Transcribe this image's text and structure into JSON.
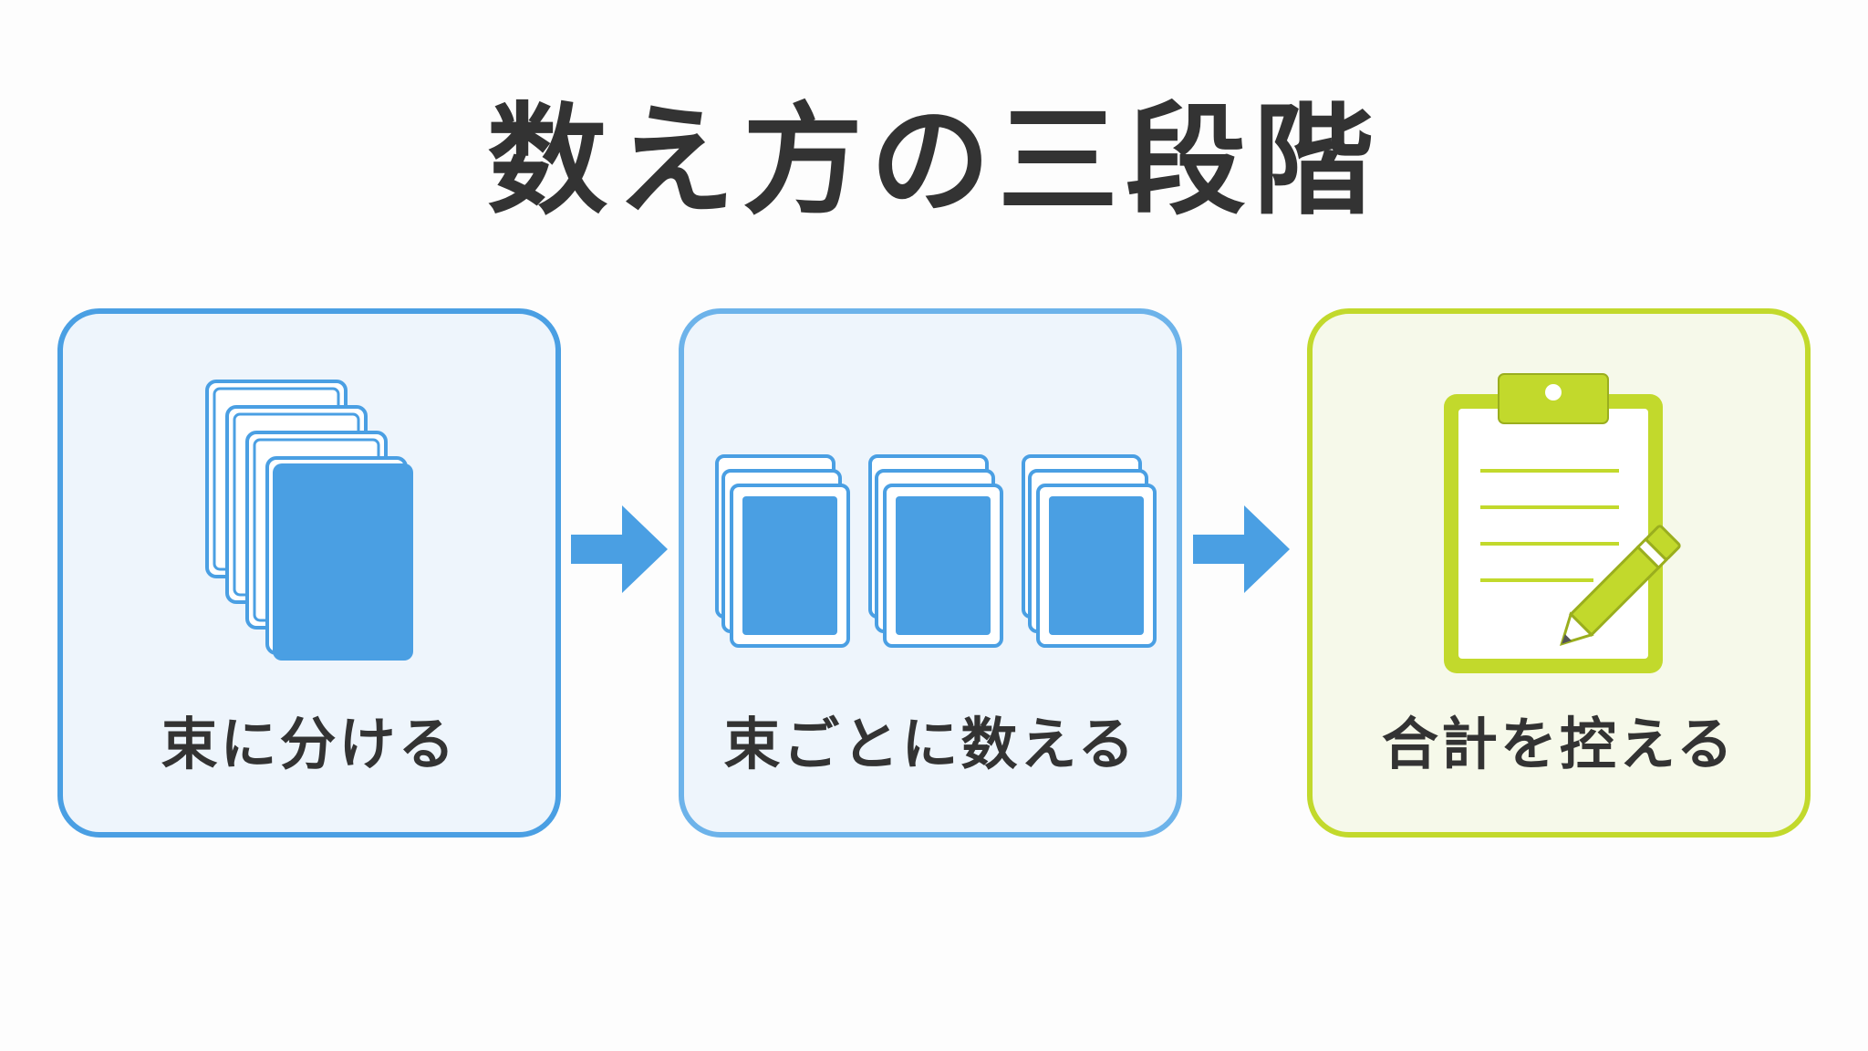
{
  "title": "数え方の三段階",
  "colors": {
    "blue": "#4a9fe3",
    "blue_light": "#6db3ea",
    "green": "#c2d92c",
    "card_blue_fill": "#eef5fc",
    "card_green_fill": "#f6f9ea",
    "text": "#333333"
  },
  "steps": [
    {
      "label": "束に分ける",
      "icon": "stacked-cards-icon"
    },
    {
      "label": "束ごとに数える",
      "icon": "card-bundles-icon"
    },
    {
      "label": "合計を控える",
      "icon": "clipboard-pencil-icon"
    }
  ],
  "arrows": [
    "arrow-right-icon",
    "arrow-right-icon"
  ]
}
